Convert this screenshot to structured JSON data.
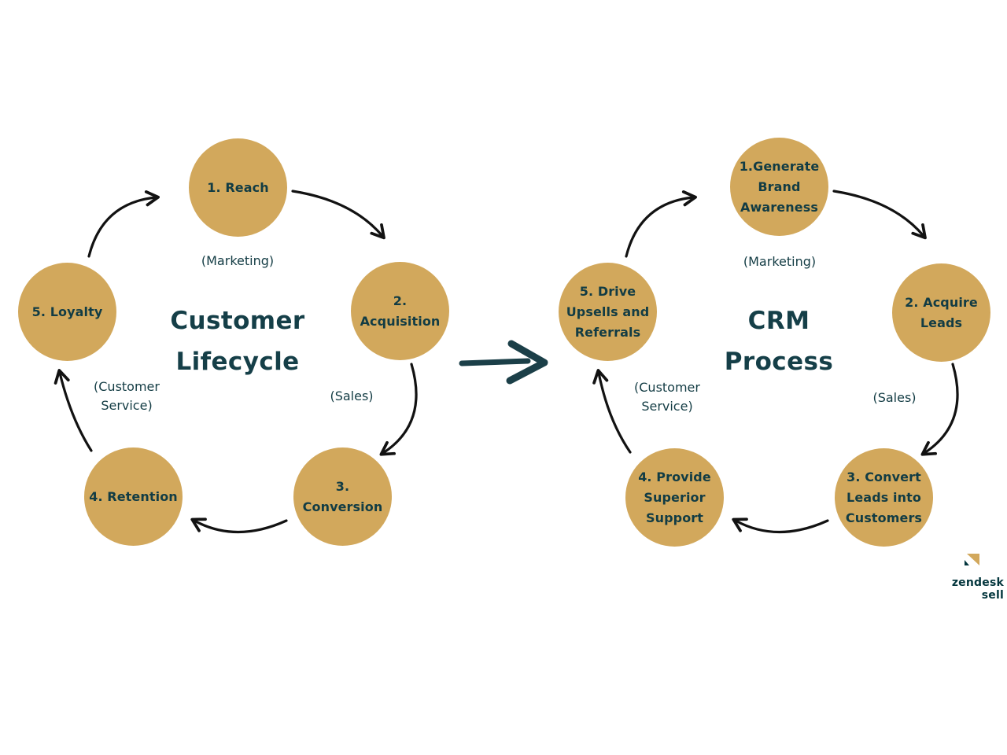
{
  "left_diagram": {
    "title": [
      "Customer",
      "Lifecycle"
    ],
    "stages": [
      {
        "label": "1. Reach"
      },
      {
        "label": "2. Acquisition"
      },
      {
        "label": "3. Conversion"
      },
      {
        "label": "4. Retention"
      },
      {
        "label": "5. Loyalty"
      }
    ],
    "annotations": {
      "marketing": "(Marketing)",
      "sales": "(Sales)",
      "customer_service": "(Customer Service)"
    }
  },
  "right_diagram": {
    "title": [
      "CRM",
      "Process"
    ],
    "stages": [
      {
        "label": "1.Generate Brand Awareness"
      },
      {
        "label": "2. Acquire Leads"
      },
      {
        "label": "3. Convert Leads into Customers"
      },
      {
        "label": "4. Provide Superior Support"
      },
      {
        "label": "5. Drive Upsells and Referrals"
      }
    ],
    "annotations": {
      "marketing": "(Marketing)",
      "sales": "(Sales)",
      "customer_service": "(Customer Service)"
    }
  },
  "branding": {
    "wordmark": "zendesk sell"
  },
  "colors": {
    "circle_fill": "#D2A85C",
    "stage_text": "#123C44",
    "title_text": "#153F48",
    "annotation_text": "#133C44",
    "cycle_arrow": "#121212",
    "transition_arrow": "#1B3F48",
    "logo_gold": "#D2A85C",
    "logo_dark": "#03363D"
  }
}
